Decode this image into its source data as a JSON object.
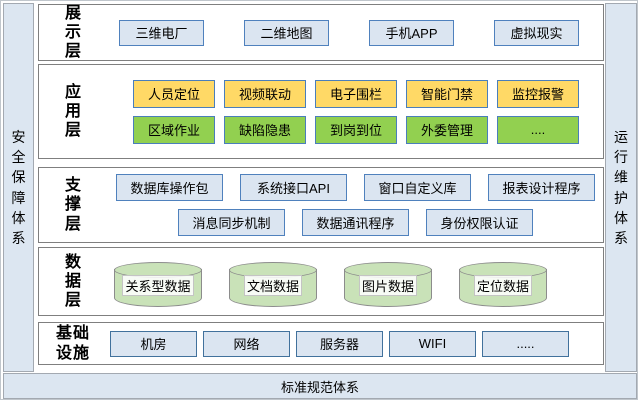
{
  "sidebars": {
    "left": "安全保障体系",
    "right": "运行维护体系"
  },
  "bottom_bar": {
    "label": "标准规范体系"
  },
  "layers": {
    "display": {
      "label": "展示层",
      "boxes": [
        "三维电厂",
        "二维地图",
        "手机APP",
        "虚拟现实"
      ]
    },
    "application": {
      "label": "应用层",
      "yellow_row": [
        "人员定位",
        "视频联动",
        "电子围栏",
        "智能门禁",
        "监控报警"
      ],
      "green_row": [
        "区域作业",
        "缺陷隐患",
        "到岗到位",
        "外委管理",
        "...."
      ]
    },
    "support": {
      "label": "支撑层",
      "row1": [
        "数据库操作包",
        "系统接口API",
        "窗口自定义库",
        "报表设计程序"
      ],
      "row2": [
        "消息同步机制",
        "数据通讯程序",
        "身份权限认证"
      ]
    },
    "data": {
      "label": "数据层",
      "cylinders": [
        "关系型数据",
        "文档数据",
        "图片数据",
        "定位数据"
      ]
    },
    "infrastructure": {
      "label": "基础设施",
      "boxes": [
        "机房",
        "网络",
        "服务器",
        "WIFI",
        "....."
      ]
    }
  },
  "colors": {
    "panel_blue": "#dce6f1",
    "box_blue_fill": "#dbe5f1",
    "box_border_blue": "#4f81bd",
    "app_yellow": "#ffd966",
    "app_green": "#92d050",
    "cylinder_green": "#c9e2b8",
    "row_border_gray": "#7f7f7f"
  }
}
